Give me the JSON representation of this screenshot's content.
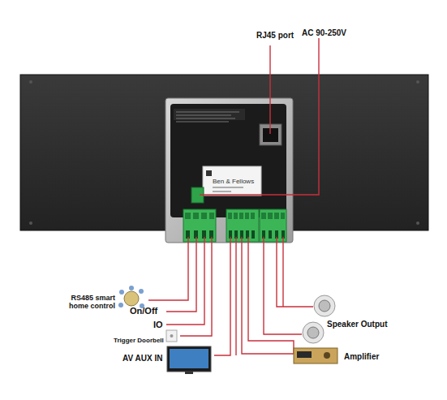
{
  "diagram": {
    "labels": [
      "RJ45 port",
      "AC 90-250V",
      "RS485 smart home control",
      "On/Off",
      "IO",
      "Trigger Doorbell",
      "AV AUX IN",
      "Speaker Output",
      "Amplifier",
      "Ben & Fellows"
    ]
  }
}
